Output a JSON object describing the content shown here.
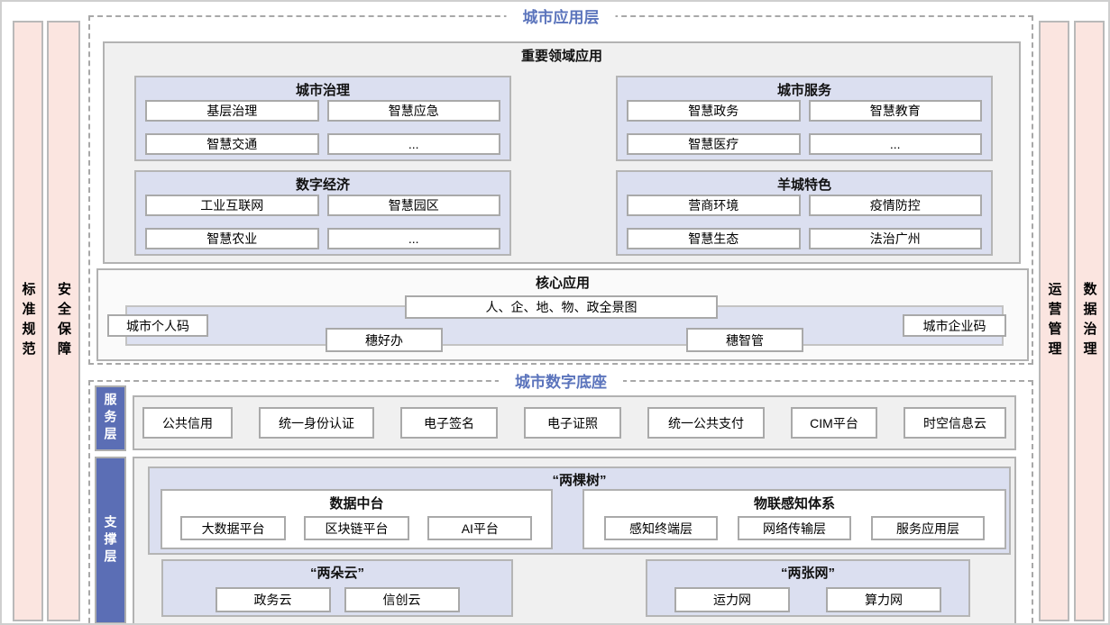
{
  "colors": {
    "section_title_blue": "#5b74bc",
    "layer_tab_blue": "#5b6eb5",
    "side_bar_pink": "#fbe5e0",
    "group_lavender": "#dbdff0"
  },
  "sections": {
    "app_layer_title": "城市应用层",
    "digital_base_title": "城市数字底座"
  },
  "side_bars": {
    "standards": "标准规范",
    "security": "安全保障",
    "operations": "运营管理",
    "data_governance": "数据治理"
  },
  "important_domains": {
    "title": "重要领域应用",
    "groups": [
      {
        "title": "城市治理",
        "items": [
          "基层治理",
          "智慧应急",
          "智慧交通",
          "..."
        ]
      },
      {
        "title": "城市服务",
        "items": [
          "智慧政务",
          "智慧教育",
          "智慧医疗",
          "..."
        ]
      },
      {
        "title": "数字经济",
        "items": [
          "工业互联网",
          "智慧园区",
          "智慧农业",
          "..."
        ]
      },
      {
        "title": "羊城特色",
        "items": [
          "营商环境",
          "疫情防控",
          "智慧生态",
          "法治广州"
        ]
      }
    ]
  },
  "core_apps": {
    "title": "核心应用",
    "panorama": "人、企、地、物、政全景图",
    "personal_code": "城市个人码",
    "suihaoban": "穗好办",
    "suizhiguan": "穗智管",
    "enterprise_code": "城市企业码"
  },
  "service_layer": {
    "label": "服务层",
    "items": [
      "公共信用",
      "统一身份认证",
      "电子签名",
      "电子证照",
      "统一公共支付",
      "CIM平台",
      "时空信息云"
    ]
  },
  "support_layer": {
    "label": "支撑层",
    "two_trees": {
      "title": "“两棵树”",
      "groups": [
        {
          "title": "数据中台",
          "items": [
            "大数据平台",
            "区块链平台",
            "AI平台"
          ]
        },
        {
          "title": "物联感知体系",
          "items": [
            "感知终端层",
            "网络传输层",
            "服务应用层"
          ]
        }
      ]
    },
    "two_clouds": {
      "title": "“两朵云”",
      "items": [
        "政务云",
        "信创云"
      ]
    },
    "two_networks": {
      "title": "“两张网”",
      "items": [
        "运力网",
        "算力网"
      ]
    }
  }
}
